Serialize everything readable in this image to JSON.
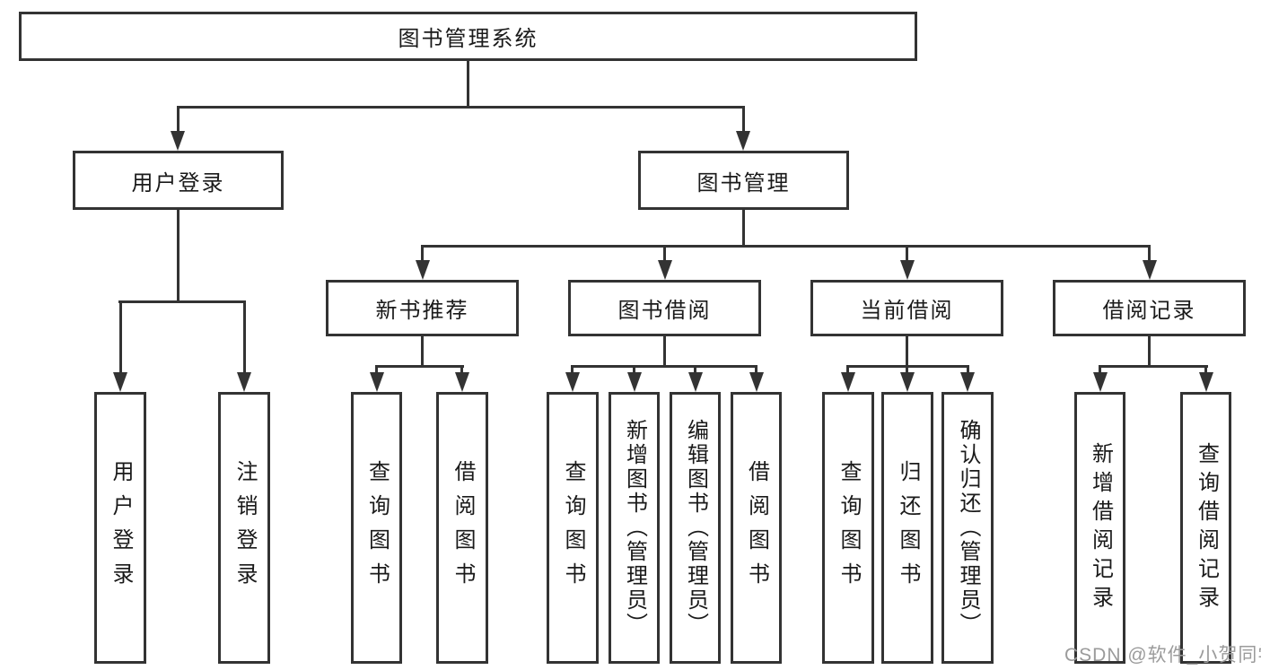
{
  "diagram": {
    "root": {
      "label": "图书管理系统"
    },
    "branches": [
      {
        "label": "用户登录",
        "children": [
          {
            "label": "用户登录"
          },
          {
            "label": "注销登录"
          }
        ]
      },
      {
        "label": "图书管理",
        "children": [
          {
            "label": "新书推荐",
            "children": [
              {
                "label": "查询图书"
              },
              {
                "label": "借阅图书"
              }
            ]
          },
          {
            "label": "图书借阅",
            "children": [
              {
                "label": "查询图书"
              },
              {
                "label": "新增图书（管理员）"
              },
              {
                "label": "编辑图书（管理员）"
              },
              {
                "label": "借阅图书"
              }
            ]
          },
          {
            "label": "当前借阅",
            "children": [
              {
                "label": "查询图书"
              },
              {
                "label": "归还图书"
              },
              {
                "label": "确认归还（管理员）"
              }
            ]
          },
          {
            "label": "借阅记录",
            "children": [
              {
                "label": "新增借阅记录"
              },
              {
                "label": "查询借阅记录"
              }
            ]
          }
        ]
      }
    ],
    "watermark": "CSDN @软件_小贺同学",
    "colors": {
      "line": "#333333",
      "text": "#1a1a1a",
      "box_fill": "#ffffff",
      "background": "#ffffff",
      "watermark": "#9b9b9b"
    }
  }
}
